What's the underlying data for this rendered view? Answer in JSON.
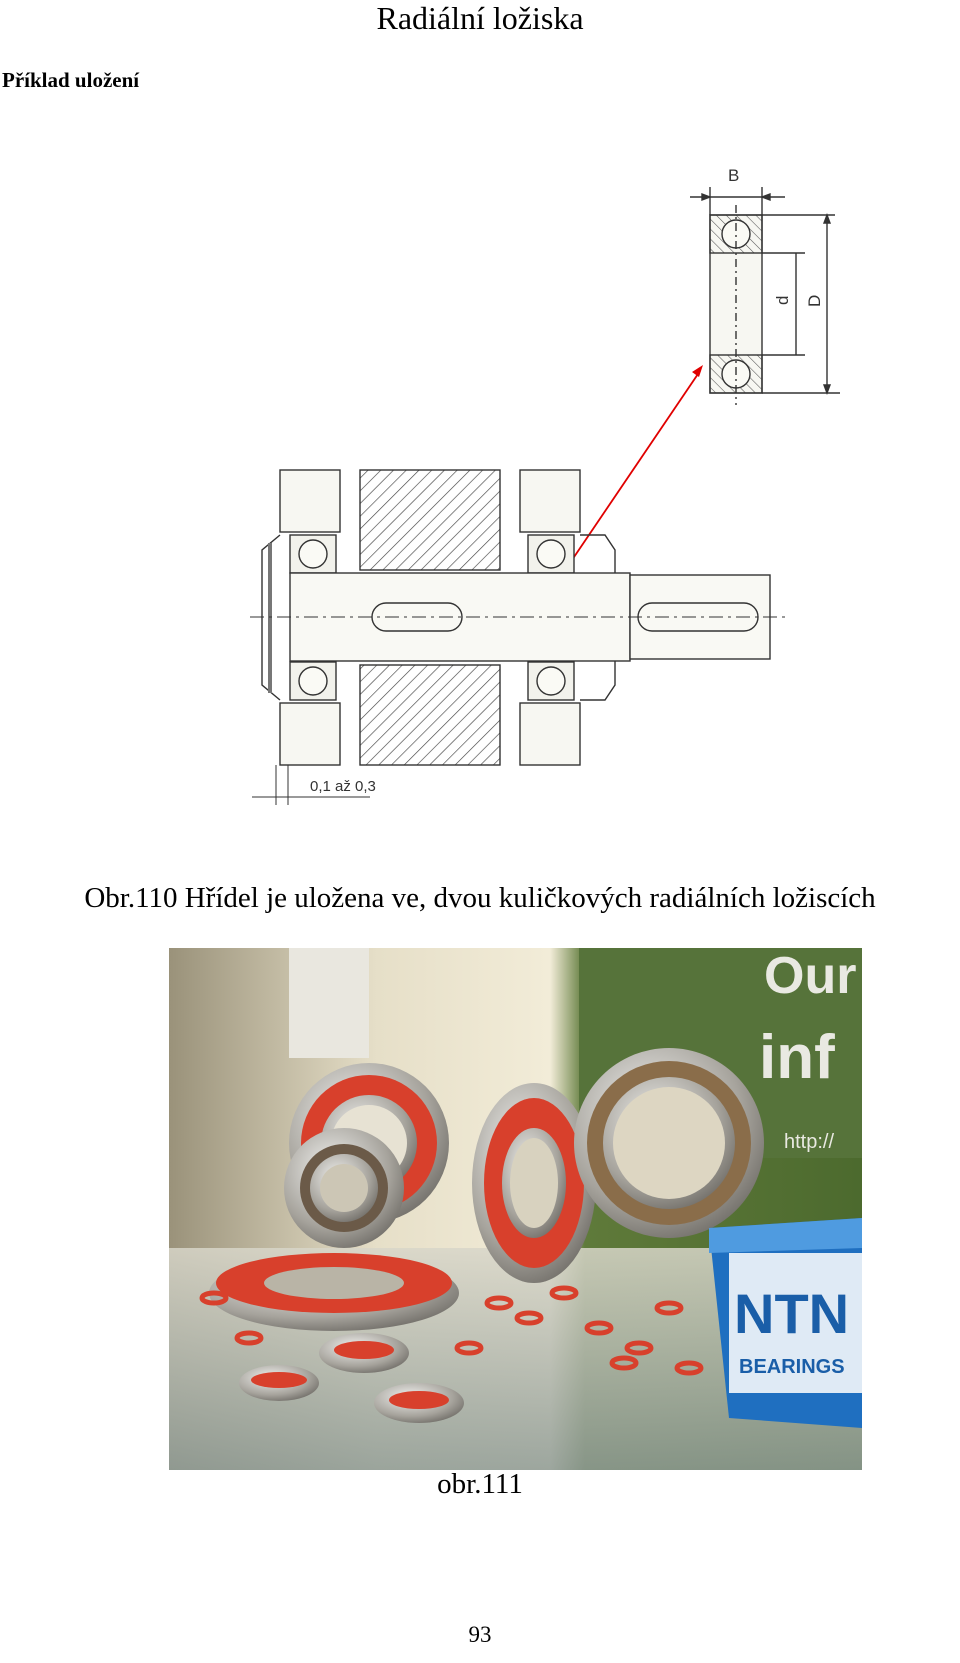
{
  "header": {
    "title": "Radiální ložiska"
  },
  "section": {
    "heading": "Příklad uložení"
  },
  "figure110": {
    "caption": "Obr.110 Hřídel je  uložena ve, dvou kuličkových radiálních ložiscích",
    "dimension_B": "B",
    "dimension_d": "d",
    "dimension_D": "D",
    "clearance_label": "0,1 až 0,3",
    "arrow_color": "#e00000"
  },
  "figure111": {
    "caption": "obr.111",
    "box_brand": "NTN",
    "box_subtext": "BEARINGS",
    "banner_text_1": "Our",
    "banner_text_2": "inf",
    "banner_url": "http://",
    "seal_color": "#d8402c"
  },
  "footer": {
    "page_number": "93"
  }
}
